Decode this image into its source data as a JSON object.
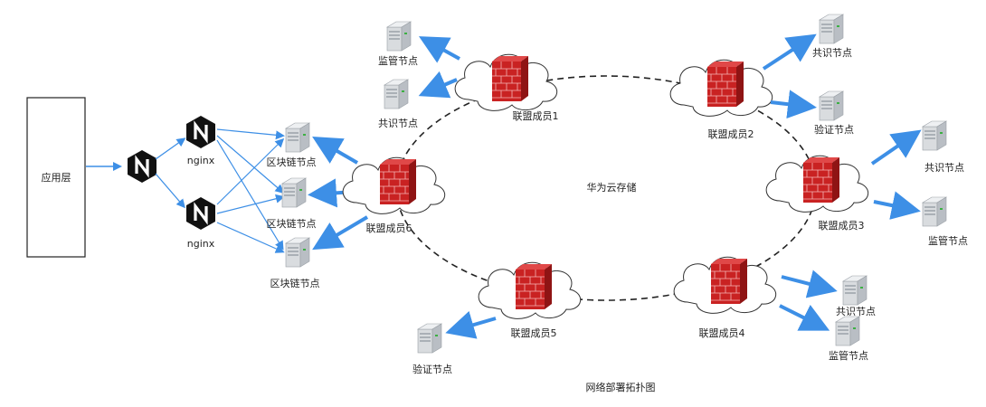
{
  "colors": {
    "arrow": "#3d8fe6",
    "ring": "#222222",
    "firewall": "#c92222",
    "nginx": "#111111",
    "server": "#c9ccd0"
  },
  "app_layer": {
    "label": "应用层"
  },
  "nginx": {
    "labels": [
      "nginx",
      "nginx"
    ]
  },
  "blockchain_nodes": {
    "labels": [
      "区块链节点",
      "区块链节点",
      "区块链节点"
    ]
  },
  "cloud": {
    "label": "华为云存储"
  },
  "members": {
    "m1": "联盟成员1",
    "m2": "联盟成员2",
    "m3": "联盟成员3",
    "m4": "联盟成员4",
    "m5": "联盟成员5",
    "m6": "联盟成员6"
  },
  "nodes": {
    "m1_supervise": "监管节点",
    "m1_consensus": "共识节点",
    "m2_consensus": "共识节点",
    "m2_verify": "验证节点",
    "m3_consensus": "共识节点",
    "m3_supervise": "监管节点",
    "m4_consensus": "共识节点",
    "m4_supervise": "监管节点",
    "m5_verify": "验证节点"
  },
  "caption": "网络部署拓扑图",
  "icons": [
    "firewall-icon",
    "cloud-icon",
    "server-icon",
    "nginx-icon"
  ]
}
